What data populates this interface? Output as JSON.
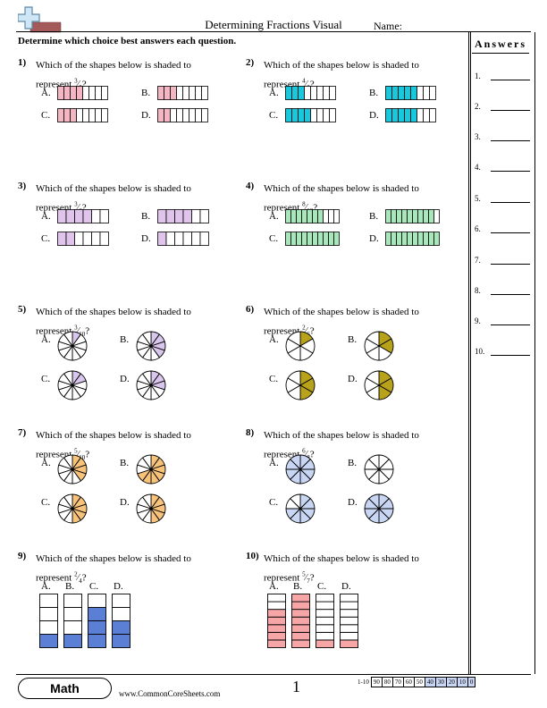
{
  "header": {
    "title": "Determining Fractions Visual",
    "name_label": "Name:",
    "instruction": "Determine which choice best answers each question."
  },
  "answers": {
    "title": "Answers",
    "numbers": [
      "1.",
      "2.",
      "3.",
      "4.",
      "5.",
      "6.",
      "7.",
      "8.",
      "9.",
      "10."
    ]
  },
  "question_stem": "Which of the shapes below is shaded to",
  "represent_label": "represent",
  "option_letters": [
    "A.",
    "B.",
    "C.",
    "D."
  ],
  "colors": {
    "pink": "#f4b6c2",
    "cyan": "#19c8dc",
    "lavender": "#e0c4ec",
    "mint": "#a8e6bc",
    "purple_light": "#d8c6ec",
    "olive": "#b8a21a",
    "orange": "#f7c27a",
    "blue_light": "#c8d6f4",
    "blue_bar": "#5c7fd6",
    "salmon": "#f6a6a6"
  },
  "questions": [
    {
      "num": "1)",
      "frac_num": "3",
      "frac_den": "8",
      "type": "bar",
      "color": "pink",
      "segments": 8,
      "options": [
        4,
        3,
        3,
        2
      ]
    },
    {
      "num": "2)",
      "frac_num": "4",
      "frac_den": "8",
      "type": "bar",
      "color": "cyan",
      "segments": 8,
      "options": [
        3,
        5,
        4,
        5
      ]
    },
    {
      "num": "3)",
      "frac_num": "3",
      "frac_den": "6",
      "type": "bar",
      "color": "lavender",
      "segments": 6,
      "options": [
        4,
        4,
        2,
        1
      ]
    },
    {
      "num": "4)",
      "frac_num": "8",
      "frac_den": "10",
      "type": "bar",
      "color": "mint",
      "segments": 10,
      "options": [
        7,
        9,
        10,
        10
      ]
    },
    {
      "num": "5)",
      "frac_num": "3",
      "frac_den": "10",
      "type": "pie",
      "color": "purple_light",
      "segments": 10,
      "options": [
        1,
        4,
        2,
        3
      ]
    },
    {
      "num": "6)",
      "frac_num": "2",
      "frac_den": "6",
      "type": "pie",
      "color": "olive",
      "segments": 6,
      "options": [
        1,
        2,
        3,
        3
      ]
    },
    {
      "num": "7)",
      "frac_num": "5",
      "frac_den": "10",
      "type": "pie",
      "color": "orange",
      "segments": 10,
      "options": [
        4,
        7,
        5,
        5
      ]
    },
    {
      "num": "8)",
      "frac_num": "6",
      "frac_den": "8",
      "type": "pie",
      "color": "blue_light",
      "segments": 8,
      "options": [
        8,
        0,
        6,
        8
      ]
    },
    {
      "num": "9)",
      "frac_num": "2",
      "frac_den": "4",
      "type": "vbar",
      "color": "blue_bar",
      "segments": 4,
      "options": [
        1,
        1,
        3,
        2
      ]
    },
    {
      "num": "10)",
      "frac_num": "5",
      "frac_den": "7",
      "type": "vbar",
      "color": "salmon",
      "segments": 7,
      "options": [
        5,
        7,
        1,
        1
      ]
    }
  ],
  "footer": {
    "badge": "Math",
    "site": "www.CommonCoreSheets.com",
    "page": "1",
    "score_label": "1-10",
    "scores": [
      "90",
      "80",
      "70",
      "60",
      "50",
      "40",
      "30",
      "20",
      "10",
      "0"
    ]
  }
}
